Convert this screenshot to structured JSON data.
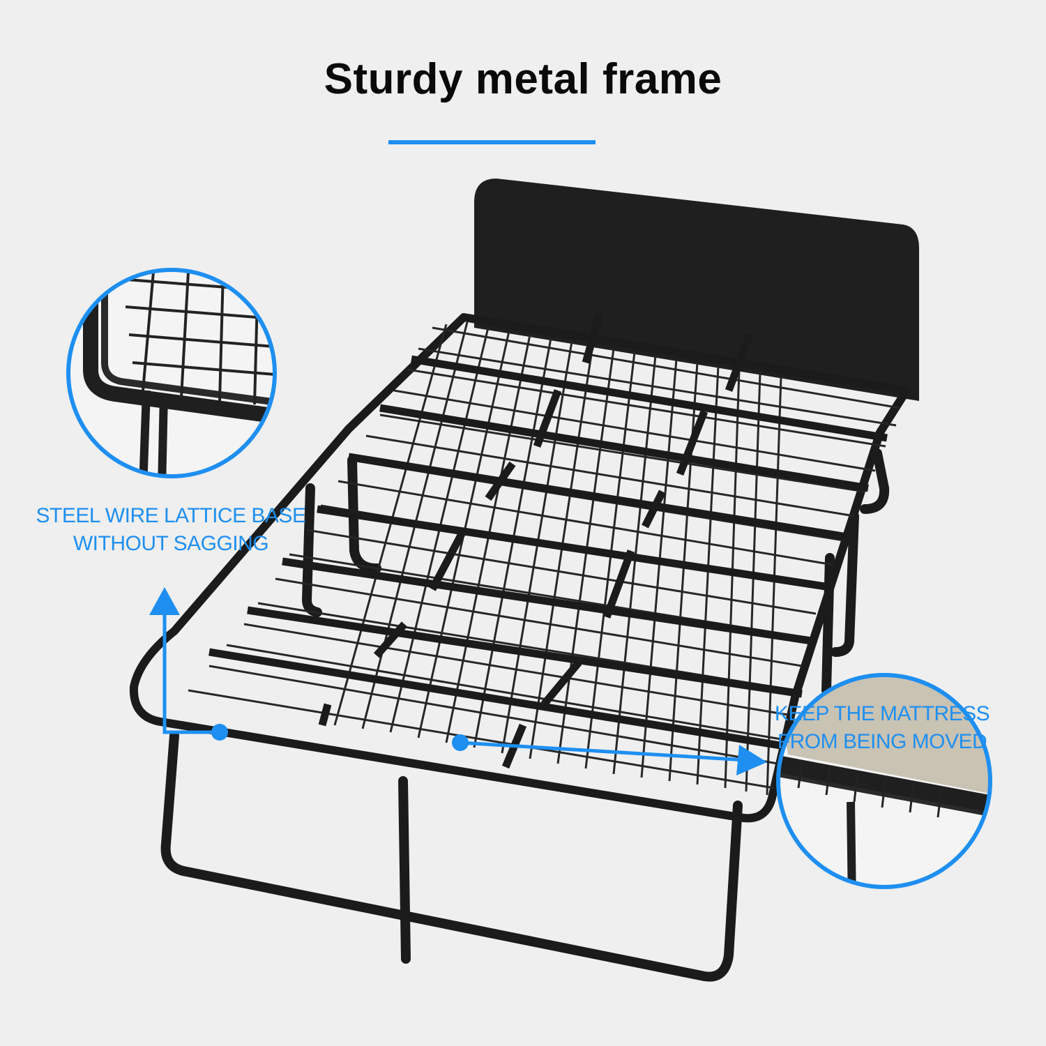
{
  "heading": {
    "title": "Sturdy metal frame",
    "accent_color": "#1e8ff0"
  },
  "callouts": {
    "lattice": {
      "line1": "STEEL WIRE LATTICE BASE",
      "line2": "WITHOUT SAGGING"
    },
    "mattress": {
      "line1": "KEEP THE MATTRESS",
      "line2": "FROM BEING MOVED"
    }
  },
  "product": {
    "frame_color": "#1c1c1c",
    "background_color": "#efefef"
  }
}
